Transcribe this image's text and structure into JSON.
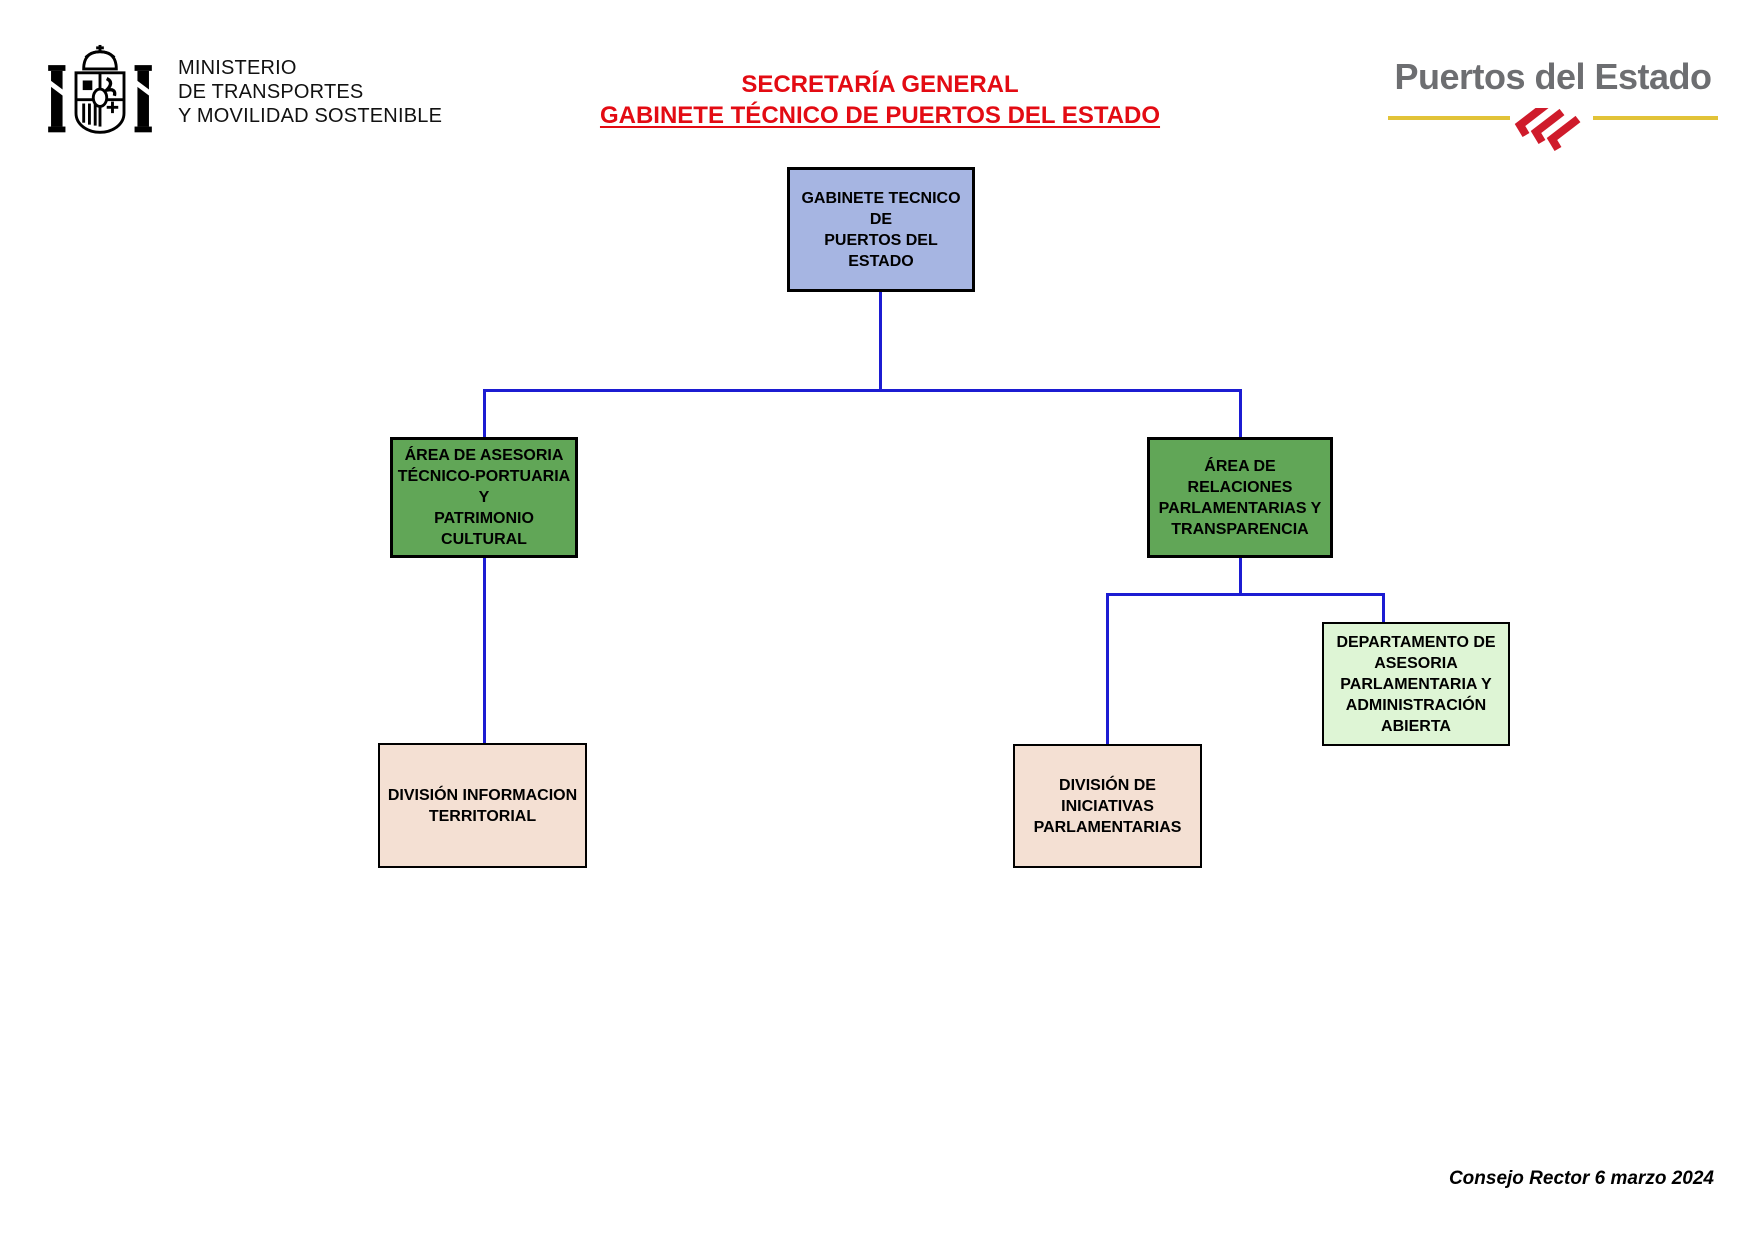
{
  "header": {
    "ministry": {
      "line1": "MINISTERIO",
      "line2": "DE TRANSPORTES",
      "line3": "Y MOVILIDAD SOSTENIBLE",
      "emblem": "spain-coat-of-arms"
    },
    "title_line1": "SECRETARÍA GENERAL",
    "title_line2": "GABINETE TÉCNICO DE PUERTOS DEL ESTADO",
    "brand": {
      "name": "Puertos del Estado",
      "emblem": "red-chevrons-wave"
    }
  },
  "org": {
    "type": "org-chart",
    "nodes": {
      "gabinete": {
        "label": "GABINETE TECNICO DE\nPUERTOS DEL ESTADO",
        "level": 1,
        "color": "#a6b5e2"
      },
      "area_asesoria": {
        "label": "ÁREA DE ASESORIA\nTÉCNICO-PORTUARIA Y\nPATRIMONIO CULTURAL",
        "level": 2,
        "color": "#61a657"
      },
      "area_relaciones": {
        "label": "ÁREA DE RELACIONES\nPARLAMENTARIAS Y\nTRANSPARENCIA",
        "level": 2,
        "color": "#61a657"
      },
      "departamento_asesoria": {
        "label": "DEPARTAMENTO DE\nASESORIA\nPARLAMENTARIA Y\nADMINISTRACIÓN\nABIERTA",
        "level": 3,
        "color": "#def5d5"
      },
      "division_territorial": {
        "label": "DIVISIÓN INFORMACION\nTERRITORIAL",
        "level": 3,
        "color": "#f4e0d3"
      },
      "division_iniciativas": {
        "label": "DIVISIÓN DE\nINICIATIVAS\nPARLAMENTARIAS",
        "level": 3,
        "color": "#f4e0d3"
      }
    },
    "edges": [
      [
        "gabinete",
        "area_asesoria"
      ],
      [
        "gabinete",
        "area_relaciones"
      ],
      [
        "area_asesoria",
        "division_territorial"
      ],
      [
        "area_relaciones",
        "division_iniciativas"
      ],
      [
        "area_relaciones",
        "departamento_asesoria"
      ]
    ],
    "edge_color": "#1c1cd2"
  },
  "footer": {
    "caption": "Consejo Rector 6 marzo 2024"
  },
  "colors": {
    "title_red": "#e30b13",
    "brand_gray": "#6d6e71",
    "brand_gold": "#e2c338",
    "brand_red": "#cf1b2b",
    "connector_blue": "#1c1cd2"
  }
}
